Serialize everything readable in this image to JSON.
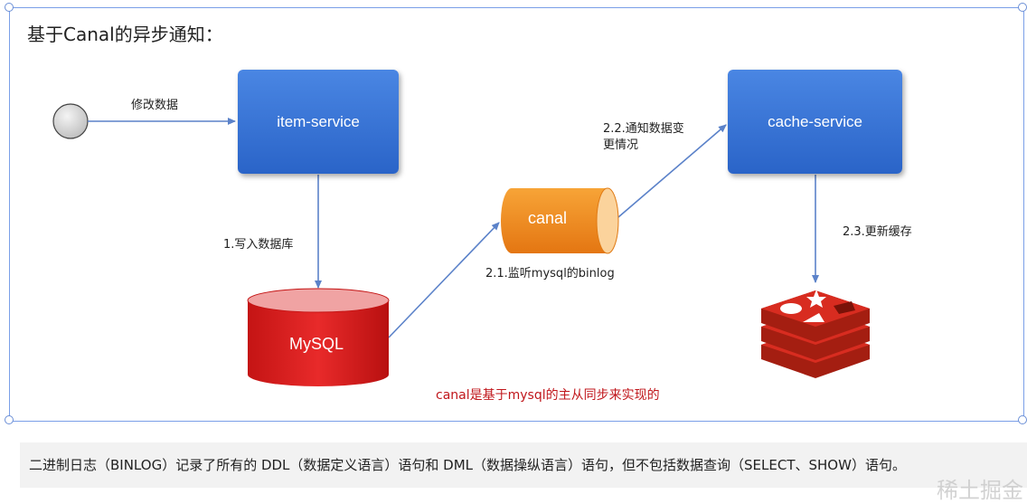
{
  "title": "基于Canal的异步通知：",
  "nodes": {
    "item_service": "item-service",
    "cache_service": "cache-service",
    "canal": "canal",
    "mysql": "MySQL"
  },
  "edges": {
    "modify_data": "修改数据",
    "write_db": "1.写入数据库",
    "listen_binlog": "2.1.监听mysql的binlog",
    "notify_line1": "2.2.通知数据变",
    "notify_line2": "更情况",
    "update_cache": "2.3.更新缓存"
  },
  "note": "canal是基于mysql的主从同步来实现的",
  "caption": "二进制日志（BINLOG）记录了所有的 DDL（数据定义语言）语句和 DML（数据操纵语言）语句，但不包括数据查询（SELECT、SHOW）语句。",
  "watermark": "稀土掘金",
  "colors": {
    "box_blue": "#2f6bd0",
    "canal_orange": "#ee8a1c",
    "mysql_red": "#d91e1e",
    "redis_red": "#d82c20",
    "arrow": "#5b82c9",
    "note_red": "#c0161b"
  }
}
